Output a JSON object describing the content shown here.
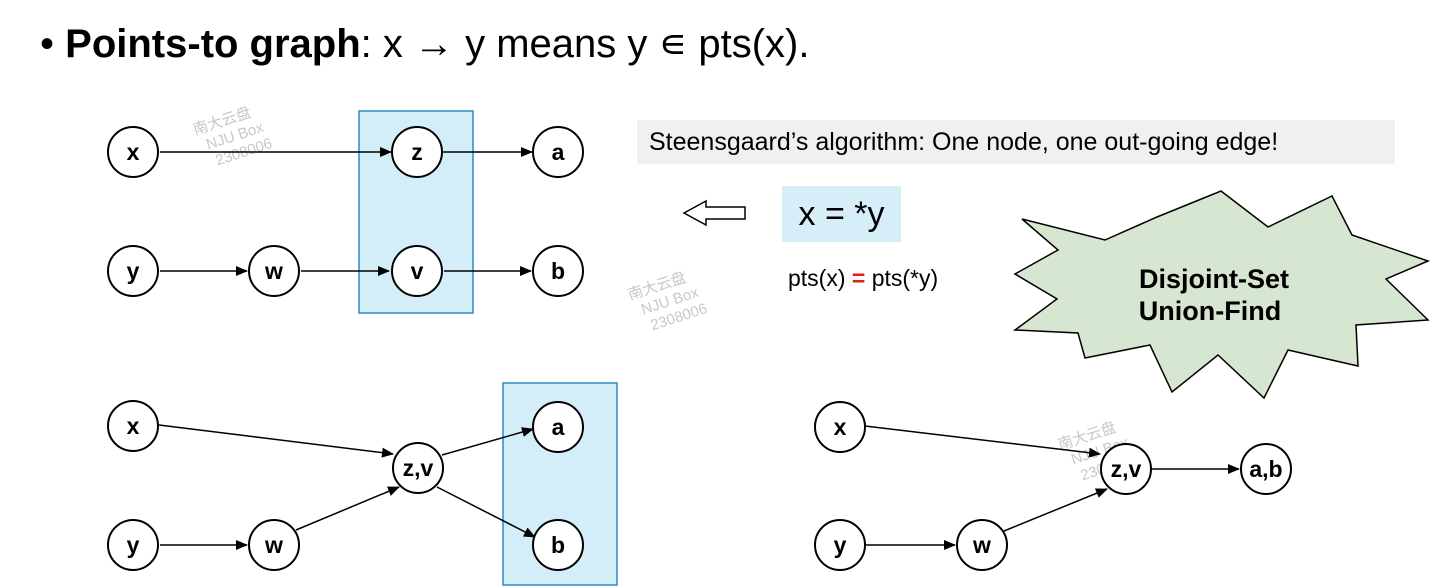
{
  "headline": {
    "bullet": "•",
    "bold_term": "Points-to graph",
    "rest": ": x → y means y ∊ pts(x)."
  },
  "steensgaard_caption": "Steensgaard’s algorithm: One node, one out-going edge!",
  "statement": "x = *y",
  "pts_equation": {
    "left": "pts(x)",
    "eq": "=",
    "right": "pts(*y)"
  },
  "burst": {
    "line1": "Disjoint-Set",
    "line2": "Union-Find"
  },
  "watermark": {
    "line1": "南大云盘",
    "line2": "NJU Box",
    "line3": "2308006"
  },
  "graphs": {
    "before": {
      "nodes": [
        "x",
        "z",
        "a",
        "y",
        "w",
        "v",
        "b"
      ],
      "edges": [
        [
          "x",
          "z"
        ],
        [
          "z",
          "a"
        ],
        [
          "y",
          "w"
        ],
        [
          "w",
          "v"
        ],
        [
          "v",
          "b"
        ]
      ]
    },
    "step1": {
      "nodes": [
        "x",
        "z,v",
        "a",
        "y",
        "w",
        "b"
      ],
      "edges": [
        [
          "x",
          "z,v"
        ],
        [
          "w",
          "z,v"
        ],
        [
          "y",
          "w"
        ],
        [
          "z,v",
          "a"
        ],
        [
          "z,v",
          "b"
        ]
      ]
    },
    "final": {
      "nodes": [
        "x",
        "z,v",
        "a,b",
        "y",
        "w"
      ],
      "edges": [
        [
          "x",
          "z,v"
        ],
        [
          "z,v",
          "a,b"
        ],
        [
          "y",
          "w"
        ],
        [
          "w",
          "z,v"
        ]
      ]
    }
  },
  "colors": {
    "highlight_fill": "#d3eef8",
    "highlight_stroke": "#2c8cc4",
    "burst_fill": "#d7e6d0",
    "equal_red": "#e0201b",
    "caption_bg": "#f0f0f0"
  }
}
